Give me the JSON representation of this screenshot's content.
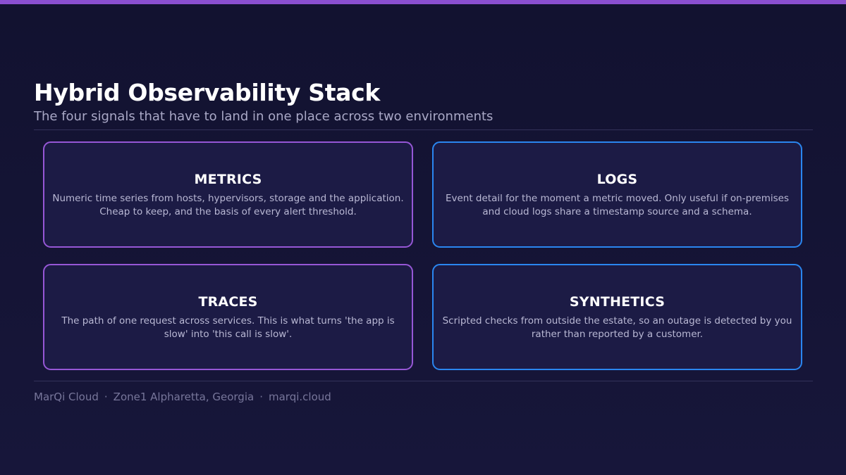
{
  "slide": {
    "title": "Hybrid Observability Stack",
    "subtitle": "The four signals that have to land in one place across two environments"
  },
  "cards": [
    {
      "title": "METRICS",
      "body": "Numeric time series from hosts, hypervisors, storage and the application. Cheap to keep, and the basis of every alert threshold.",
      "accent": "#9657d6"
    },
    {
      "title": "LOGS",
      "body": "Event detail for the moment a metric moved. Only useful if on-premises and cloud logs share a timestamp source and a schema.",
      "accent": "#2a86f0"
    },
    {
      "title": "TRACES",
      "body": "The path of one request across services. This is what turns 'the app is slow' into 'this call is slow'.",
      "accent": "#9657d6"
    },
    {
      "title": "SYNTHETICS",
      "body": "Scripted checks from outside the estate, so an outage is detected by you rather than reported by a customer.",
      "accent": "#2a86f0"
    }
  ],
  "footer": {
    "brand": "MarQi Cloud",
    "separator": "·",
    "location": "Zone1 Alpharetta, Georgia",
    "website": "marqi.cloud"
  },
  "colors": {
    "top_bar": "#8a4fd0",
    "background": "#121230"
  }
}
